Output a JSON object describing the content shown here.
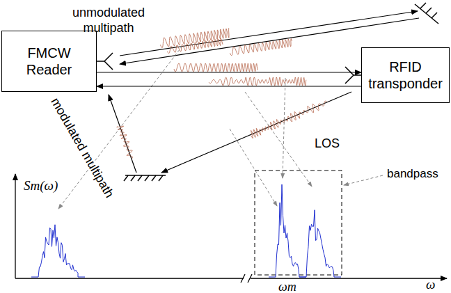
{
  "diagram": {
    "nodes": [
      {
        "text": [
          "FMCW Reader"
        ]
      },
      {
        "text": [
          "RFID transponder"
        ]
      }
    ],
    "edges": [
      {
        "from": 0,
        "to": 1,
        "arrow": "to"
      },
      {
        "from": 1,
        "to": 0,
        "arrow": "to"
      }
    ],
    "labels": [
      "unmodulated multipath",
      "modulated multipath",
      "LOS",
      "bandpass",
      "Sm(ω)",
      "ωm",
      "ω"
    ]
  }
}
